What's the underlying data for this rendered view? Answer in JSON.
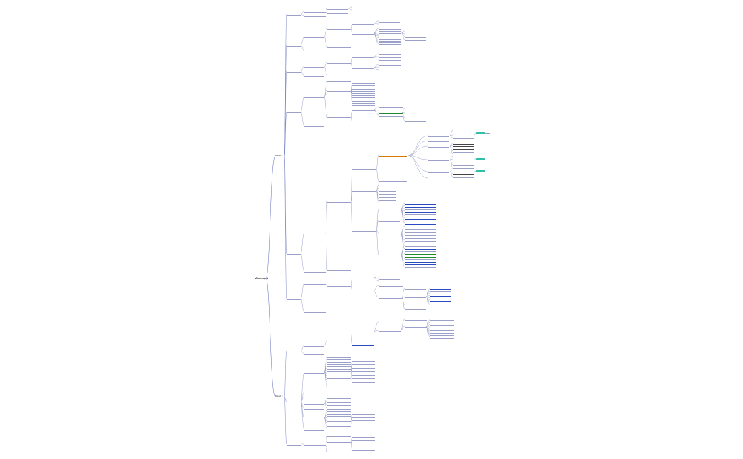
{
  "mindmap": {
    "root": "Mindmap A",
    "branches": [
      {
        "label": "Branch 1"
      },
      {
        "label": "Branch 2"
      }
    ]
  }
}
